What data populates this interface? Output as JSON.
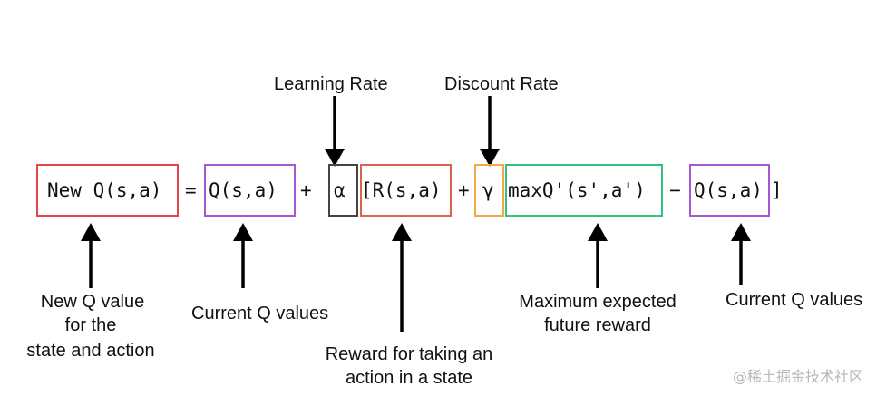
{
  "colors": {
    "new_q_box": "#e0474c",
    "current_q_box": "#a259d1",
    "alpha_box": "#444444",
    "reward_box": "#d9634d",
    "gamma_box": "#f2a74b",
    "maxq_box": "#2ec27e",
    "current_q2_box": "#a259d1",
    "arrow": "#000000"
  },
  "formula": {
    "new_q": "New Q(s,a)",
    "equals": "=",
    "current_q": "Q(s,a)",
    "plus1": "+",
    "alpha": "α",
    "reward": "[R(s,a)",
    "plus2": "+",
    "gamma": "γ",
    "maxq": "maxQ'(s',a')",
    "minus": "−",
    "current_q2": "Q(s,a)",
    "close_bracket": "]"
  },
  "top_labels": {
    "learning_rate": "Learning Rate",
    "discount_rate": "Discount Rate"
  },
  "bottom_labels": {
    "new_q_line1": "New Q value",
    "new_q_line2": "for the",
    "new_q_line3": "state and action",
    "current_q": "Current Q values",
    "reward_line1": "Reward for taking an",
    "reward_line2": "action in a state",
    "max_line1": "Maximum expected",
    "max_line2": "future reward",
    "current_q2": "Current Q values"
  },
  "watermark": "@稀土掘金技术社区"
}
